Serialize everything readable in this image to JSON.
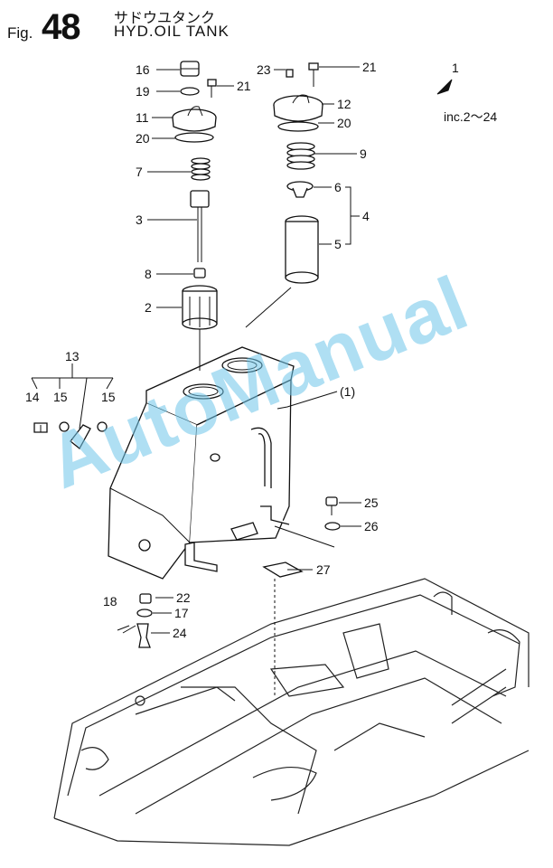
{
  "header": {
    "fig_prefix": "Fig.",
    "fig_number": "48",
    "title_jp": "サドウユタンク",
    "title_en": "HYD.OIL  TANK"
  },
  "direction": {
    "number": "1",
    "note": "inc.2～24"
  },
  "watermark": "AutoManual",
  "labels": {
    "p1": "(1)",
    "p2": "2",
    "p3": "3",
    "p4": "4",
    "p5": "5",
    "p6": "6",
    "p7": "7",
    "p8": "8",
    "p9": "9",
    "p11": "11",
    "p12": "12",
    "p13": "13",
    "p14": "14",
    "p15a": "15",
    "p15b": "15",
    "p16": "16",
    "p17": "17",
    "p18": "18",
    "p19": "19",
    "p20a": "20",
    "p20b": "20",
    "p21a": "21",
    "p21b": "21",
    "p22": "22",
    "p23": "23",
    "p24": "24",
    "p25": "25",
    "p26": "26",
    "p27": "27"
  }
}
